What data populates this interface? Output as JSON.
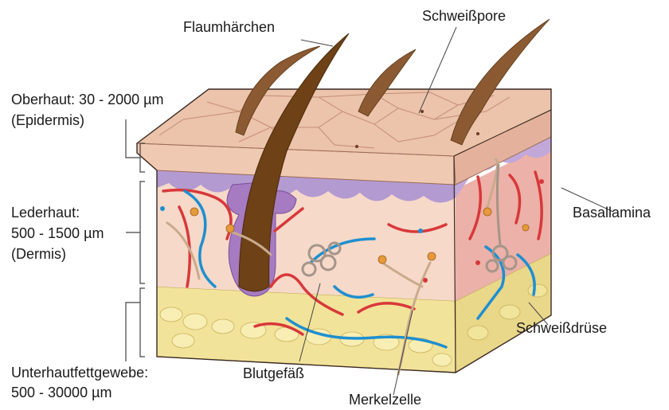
{
  "labels": {
    "hair": "Flaumhärchen",
    "pore": "Schweißpore",
    "epidermis_line1": "Oberhaut: 30 - 2000 µm",
    "epidermis_line2": "(Epidermis)",
    "dermis_line1": "Lederhaut:",
    "dermis_line2": "500 - 1500 µm",
    "dermis_line3": "(Dermis)",
    "hypodermis_line1": "Unterhautfettgewebe:",
    "hypodermis_line2": "500 - 30000 µm",
    "basal": "Basallamina",
    "sweat_gland": "Schweißdrüse",
    "vessel": "Blutgefäß",
    "merkel": "Merkelzelle"
  },
  "colors": {
    "epidermis_top": "#ecc3ab",
    "epidermis_front": "#f0c9b2",
    "basal_band": "#b39ad1",
    "dermis": "#f6d9c9",
    "dermis_side": "#ecb1a8",
    "fat": "#f2e39a",
    "hair": "#7a4a22",
    "artery": "#d8383a",
    "vein": "#1e8fd0",
    "nerve": "#c9ab8c",
    "gland": "#a5958a"
  }
}
